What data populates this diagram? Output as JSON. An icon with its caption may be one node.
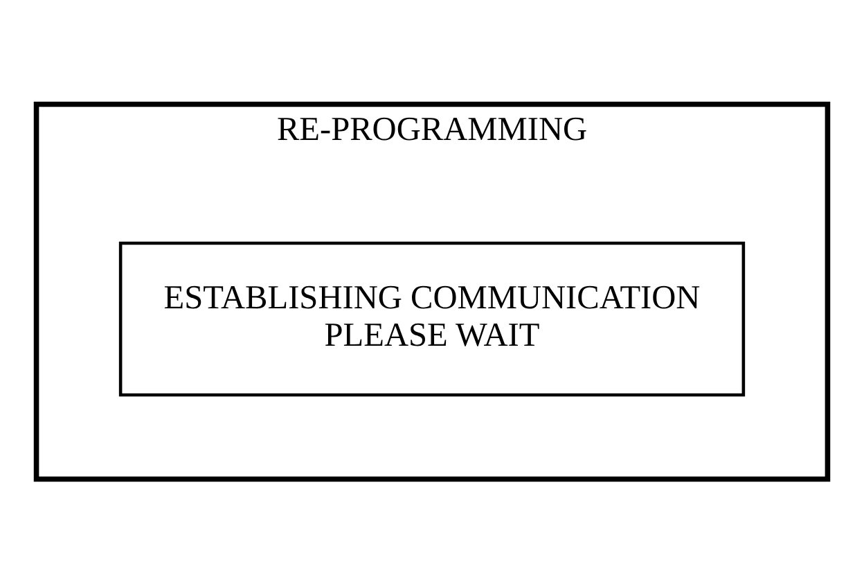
{
  "diagram": {
    "nodes": [
      {
        "text": [
          "RE-PROGRAMMING"
        ]
      },
      {
        "text": [
          "ESTABLISHING COMMUNICATION PLEASE WAIT"
        ],
        "in": 0
      }
    ],
    "edges": []
  }
}
